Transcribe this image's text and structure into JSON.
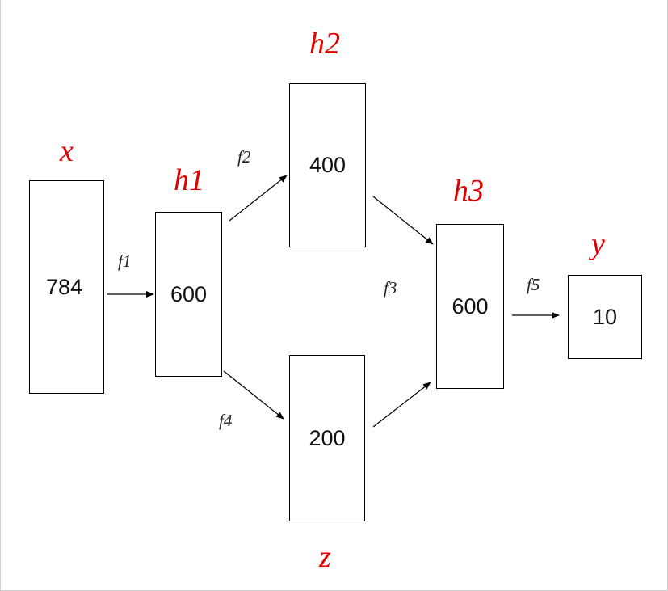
{
  "nodes": {
    "x": {
      "var": "x",
      "size": "784"
    },
    "h1": {
      "var": "h1",
      "size": "600"
    },
    "h2": {
      "var": "h2",
      "size": "400"
    },
    "z": {
      "var": "z",
      "size": "200"
    },
    "h3": {
      "var": "h3",
      "size": "600"
    },
    "y": {
      "var": "y",
      "size": "10"
    }
  },
  "functions": {
    "f1": "f1",
    "f2": "f2",
    "f3": "f3",
    "f4": "f4",
    "f5": "f5"
  },
  "colors": {
    "variable_label": "#e00000",
    "box_border": "#000000",
    "arrow": "#000000"
  }
}
